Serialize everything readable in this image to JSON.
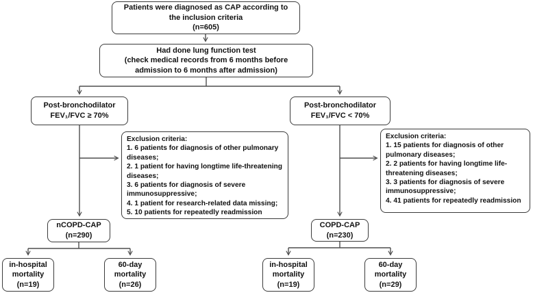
{
  "figure": {
    "type": "flowchart",
    "background": "#ffffff",
    "border_color": "#3a3a3a",
    "line_color": "#4d4d4d",
    "text_color": "#111111"
  },
  "nodes": {
    "cap_diagnosis": {
      "lines": [
        "Patients were diagnosed as CAP according to",
        "the inclusion criteria",
        "(n=605)"
      ]
    },
    "lung_function_test": {
      "lines": [
        "Had done lung function test",
        "(check medical records from 6 months before",
        "admission to 6 months after admission)"
      ]
    },
    "post_bronchodilator_ge_70": {
      "lines": [
        "Post-bronchodilator",
        "FEV₁/FVC ≥ 70%"
      ]
    },
    "post_bronchodilator_lt_70": {
      "lines": [
        "Post-bronchodilator",
        "FEV₁/FVC < 70%"
      ]
    },
    "exclusion_left": {
      "heading": "Exclusion criteria:",
      "items": [
        "1. 6 patients for diagnosis of other pulmonary diseases;",
        "2. 1 patient for having longtime life-threatening diseases;",
        "3. 6 patients for diagnosis of severe immunosuppressive;",
        "4. 1 patient for research-related data missing;",
        "5. 10 patients for repeatedly readmission"
      ]
    },
    "exclusion_right": {
      "heading": "Exclusion criteria:",
      "items": [
        "1. 15 patients for diagnosis of other pulmonary diseases;",
        "2. 2 patients for having longtime life-threatening diseases;",
        "3. 3 patients for diagnosis of severe immunosuppressive;",
        "4. 41 patients for repeatedly readmission"
      ]
    },
    "ncopd_cap": {
      "lines": [
        "nCOPD-CAP",
        "(n=290)"
      ]
    },
    "copd_cap": {
      "lines": [
        "COPD-CAP",
        "(n=230)"
      ]
    },
    "ncopd_in_hospital": {
      "lines": [
        "in-hospital",
        "mortality",
        "(n=19)"
      ]
    },
    "ncopd_60_day": {
      "lines": [
        "60-day",
        "mortality",
        "(n=26)"
      ]
    },
    "copd_in_hospital": {
      "lines": [
        "in-hospital",
        "mortality",
        "(n=19)"
      ]
    },
    "copd_60_day": {
      "lines": [
        "60-day",
        "mortality",
        "(n=29)"
      ]
    }
  }
}
